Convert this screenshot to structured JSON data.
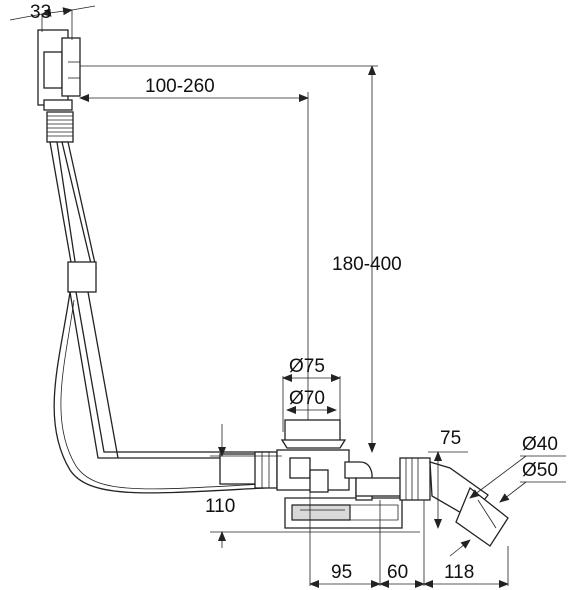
{
  "dimensions": {
    "d33": "33",
    "d100_260": "100-260",
    "d180_400": "180-400",
    "d75_dia": "Ø75",
    "d70_dia": "Ø70",
    "d75": "75",
    "d40_dia": "Ø40",
    "d50_dia": "Ø50",
    "d110": "110",
    "d95": "95",
    "d60": "60",
    "d118": "118"
  }
}
